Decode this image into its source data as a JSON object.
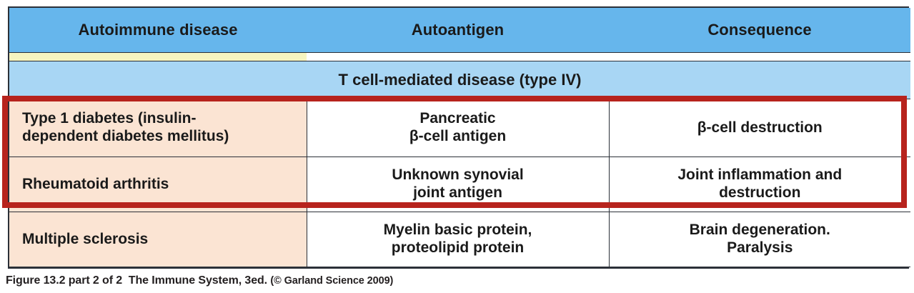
{
  "figure": {
    "caption_main": "Figure 13.2 part 2 of 2",
    "caption_source": "The Immune System, 3ed.",
    "caption_copyright": "(© Garland Science 2009)"
  },
  "colors": {
    "header_blue": "#66b6ec",
    "band_blue": "#a8d6f4",
    "disease_peach": "#fbe4d3",
    "highlight_red": "#b7231d",
    "strip_yellow": "#f7f5c0",
    "border_dark": "#2b3038"
  },
  "table": {
    "headers": [
      "Autoimmune disease",
      "Autoantigen",
      "Consequence"
    ],
    "section_band": "T cell-mediated disease (type IV)",
    "rows": [
      {
        "disease_line1": "Type 1 diabetes (insulin-",
        "disease_line2": "dependent diabetes mellitus)",
        "autoantigen_line1": "Pancreatic",
        "autoantigen_line2": "β-cell antigen",
        "consequence_line1": "β-cell destruction",
        "consequence_line2": "",
        "highlighted": true
      },
      {
        "disease_line1": "Rheumatoid arthritis",
        "disease_line2": "",
        "autoantigen_line1": "Unknown synovial",
        "autoantigen_line2": "joint antigen",
        "consequence_line1": "Joint inflammation and",
        "consequence_line2": "destruction",
        "highlighted": true
      },
      {
        "disease_line1": "Multiple sclerosis",
        "disease_line2": "",
        "autoantigen_line1": "Myelin basic protein,",
        "autoantigen_line2": "proteolipid protein",
        "consequence_line1": "Brain degeneration.",
        "consequence_line2": "Paralysis",
        "highlighted": false
      }
    ]
  }
}
